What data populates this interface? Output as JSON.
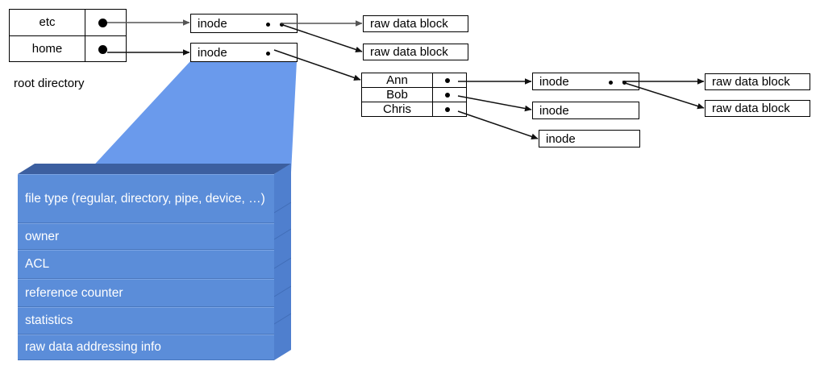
{
  "diagram": {
    "title_caption": "root directory",
    "root_directory": {
      "rows": [
        {
          "name": "etc",
          "pointer": "pointer-dot"
        },
        {
          "name": "home",
          "pointer": "pointer-dot"
        }
      ]
    },
    "inode_label": "inode",
    "raw_block_label": "raw data block",
    "level1_inodes": [
      {
        "label": "inode",
        "dots": 2
      },
      {
        "label": "inode",
        "dots": 1
      }
    ],
    "level1_raw_blocks": [
      {
        "label": "raw data block"
      },
      {
        "label": "raw data block"
      }
    ],
    "home_directory": {
      "rows": [
        {
          "name": "Ann",
          "pointer": "pointer-dot"
        },
        {
          "name": "Bob",
          "pointer": "pointer-dot"
        },
        {
          "name": "Chris",
          "pointer": "pointer-dot"
        }
      ]
    },
    "level2_inodes": [
      {
        "label": "inode",
        "dots": 2
      },
      {
        "label": "inode",
        "dots": 0
      },
      {
        "label": "inode",
        "dots": 0
      }
    ],
    "level2_raw_blocks": [
      {
        "label": "raw data block"
      },
      {
        "label": "raw data block"
      }
    ],
    "inode_detail": {
      "fields": [
        "file type (regular, directory, pipe, device, …)",
        "owner",
        "ACL",
        "reference counter",
        "statistics",
        "raw data addressing info"
      ]
    },
    "colors": {
      "accent_blue": "#5b8dd9",
      "accent_blue_dark": "#3c5fa0",
      "accent_blue_light": "#7ba4e4",
      "funnel_blue": "#6a9aec",
      "stroke": "#000000",
      "arrow_gray": "#555555",
      "text_on_blue": "#ffffff"
    }
  }
}
